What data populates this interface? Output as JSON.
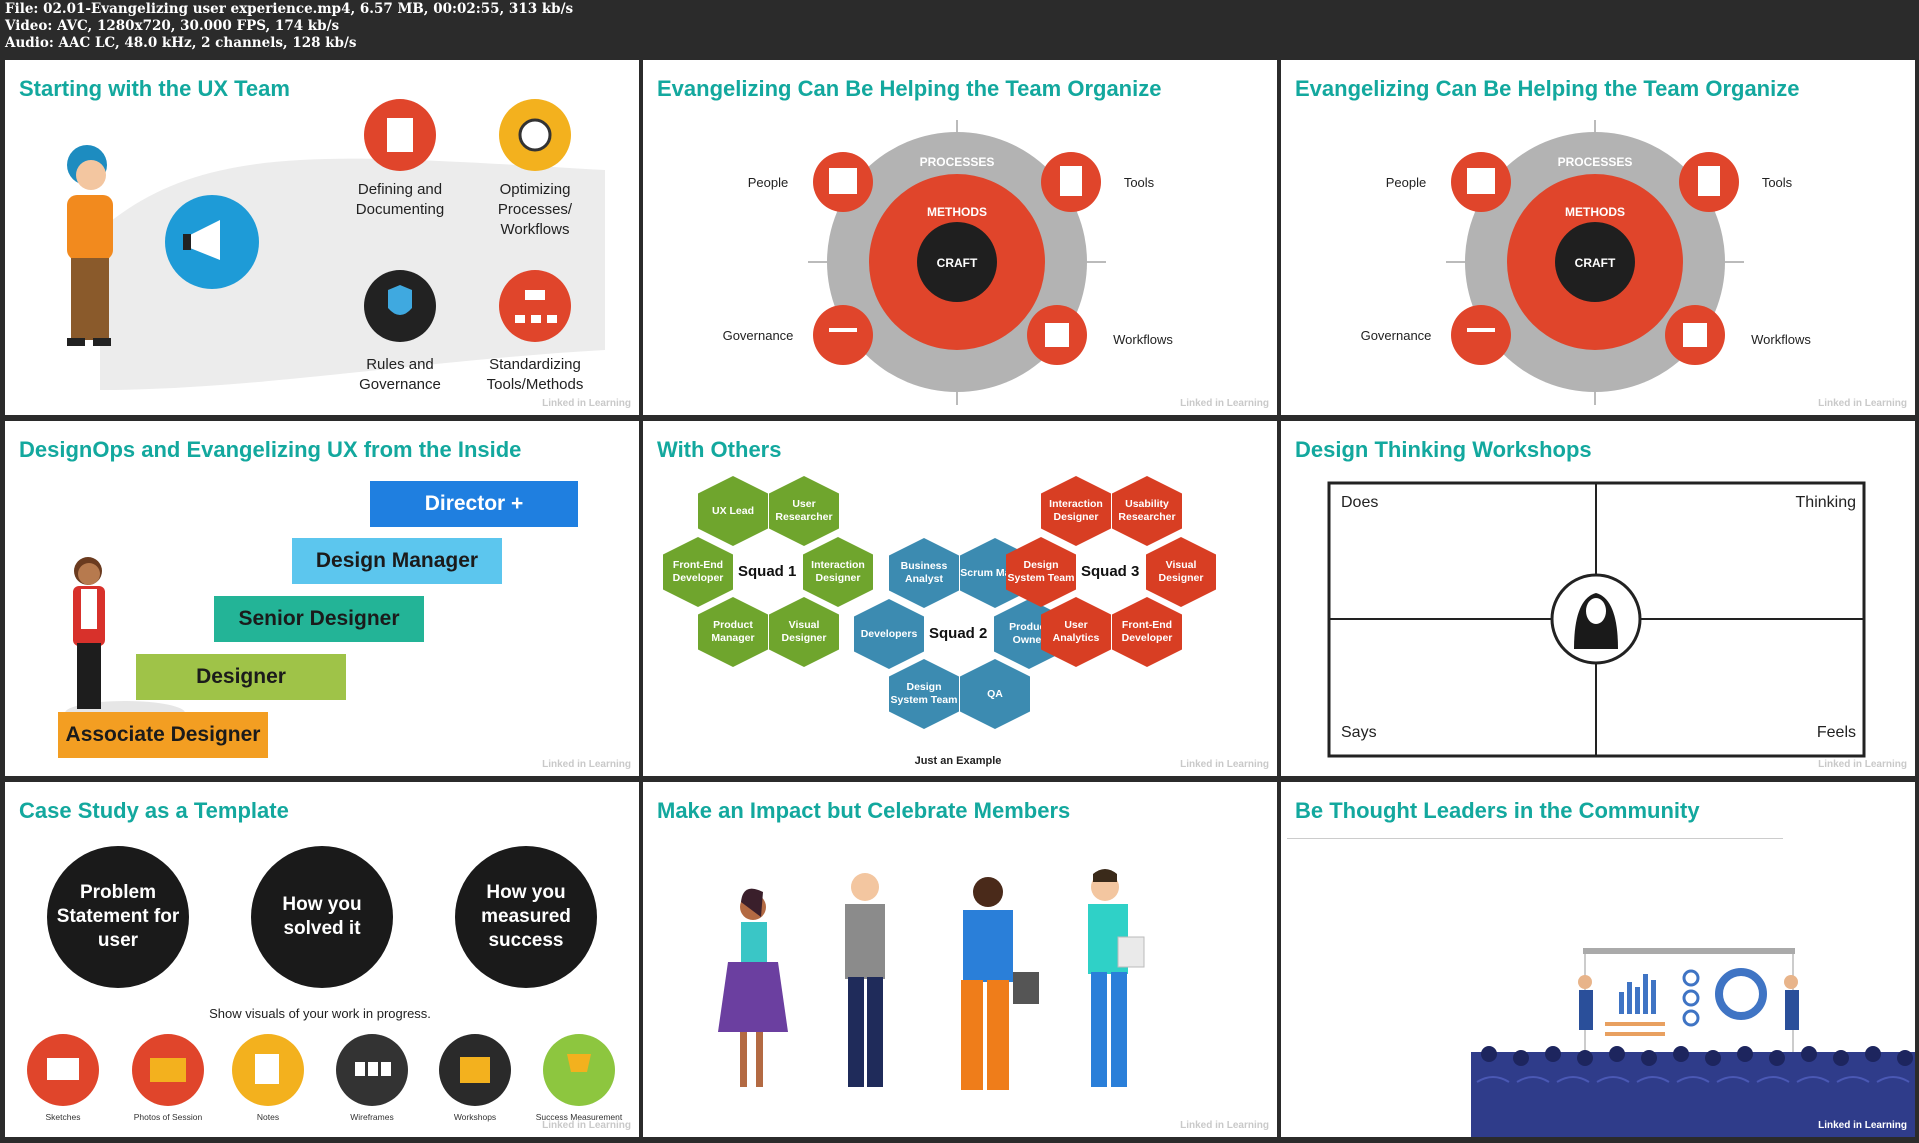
{
  "meta": {
    "file": "File: 02.01-Evangelizing user experience.mp4, 6.57 MB, 00:02:55, 313 kb/s",
    "video": "Video: AVC, 1280x720, 30.000 FPS, 174 kb/s",
    "audio": "Audio: AAC LC, 48.0 kHz, 2 channels, 128 kb/s"
  },
  "watermark": "Linked in Learning",
  "tiles": {
    "t1": {
      "title": "Starting with the UX Team",
      "items": [
        "Defining and Documenting",
        "Optimizing Processes/ Workflows",
        "Rules and Governance",
        "Standardizing Tools/Methods"
      ]
    },
    "t2": {
      "title": "Evangelizing Can Be Helping the Team Organize",
      "rings": [
        "PROCESSES",
        "METHODS",
        "CRAFT"
      ],
      "corners": [
        "People",
        "Tools",
        "Governance",
        "Workflows"
      ]
    },
    "t3": {
      "title": "Evangelizing Can Be Helping the Team Organize",
      "rings": [
        "PROCESSES",
        "METHODS",
        "CRAFT"
      ],
      "corners": [
        "People",
        "Tools",
        "Governance",
        "Workflows"
      ]
    },
    "t4": {
      "title": "DesignOps and Evangelizing UX from the Inside",
      "steps": [
        "Director +",
        "Design Manager",
        "Senior Designer",
        "Designer",
        "Associate Designer"
      ]
    },
    "t5": {
      "title": "With Others",
      "squad1": [
        "UX Lead",
        "User Researcher",
        "Front-End Developer",
        "Squad 1",
        "Interaction Designer",
        "Product Manager",
        "Visual Designer"
      ],
      "squad2": [
        "Business Analyst",
        "Scrum Master",
        "Developers",
        "Squad 2",
        "Product Owner",
        "Design System Team",
        "QA"
      ],
      "squad3": [
        "Interaction Designer",
        "Usability Researcher",
        "Design System Team",
        "Squad 3",
        "Visual Designer",
        "User Analytics",
        "Front-End Developer"
      ],
      "caption": "Just an Example"
    },
    "t6": {
      "title": "Design Thinking Workshops",
      "quadrants": [
        "Does",
        "Thinking",
        "Says",
        "Feels"
      ]
    },
    "t7": {
      "title": "Case Study as a Template",
      "circles": [
        "Problem Statement for user",
        "How you solved it",
        "How you measured success"
      ],
      "note": "Show visuals of your work in progress.",
      "icons": [
        "Sketches",
        "Photos of Session",
        "Notes",
        "Wireframes",
        "Workshops",
        "Success Measurement"
      ]
    },
    "t8": {
      "title": "Make an Impact but Celebrate Members"
    },
    "t9": {
      "title": "Be Thought Leaders in the Community"
    }
  }
}
